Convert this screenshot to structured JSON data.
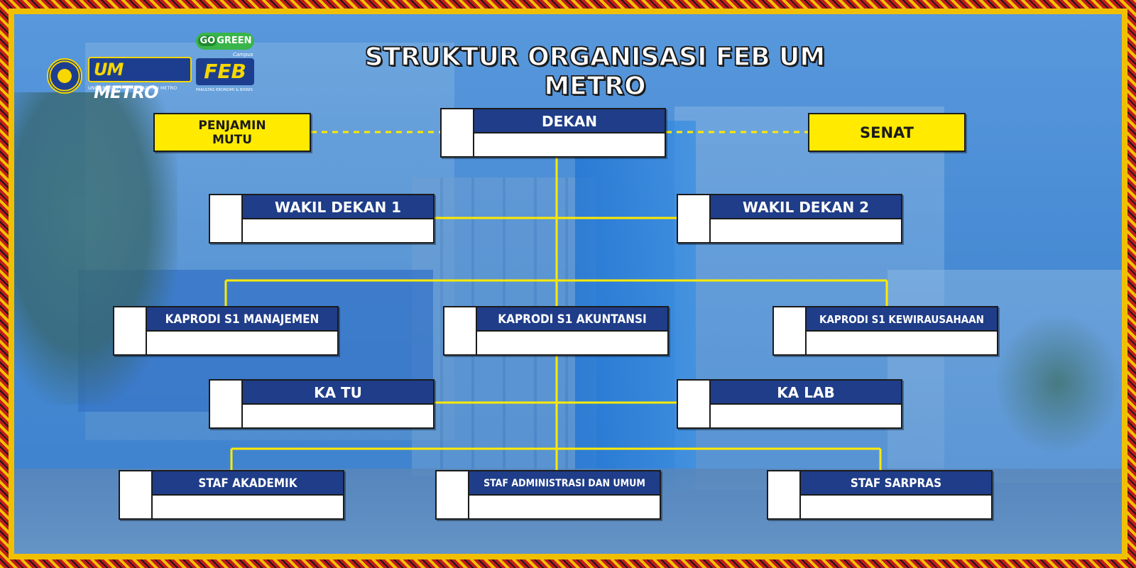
{
  "title": "STRUKTUR ORGANISASI FEB UM METRO",
  "logos": {
    "metro_um": "UM",
    "metro_word": "METRO",
    "metro_tagline": "UNIVERSITAS MUHAMMADIYAH METRO",
    "gogreen_go": "GO",
    "gogreen_word": "GREEN",
    "campus": "Campus",
    "feb": "FEB",
    "feb_tagline": "FAKULTAS EKONOMI & BISNIS"
  },
  "advisory": {
    "left": "PENJAMIN MUTU",
    "right": "SENAT"
  },
  "positions": {
    "dekan": "DEKAN",
    "wakil_dekan_1": "WAKIL DEKAN 1",
    "wakil_dekan_2": "WAKIL DEKAN 2",
    "kaprodi_manajemen": "KAPRODI S1 MANAJEMEN",
    "kaprodi_akuntansi": "KAPRODI S1 AKUNTANSI",
    "kaprodi_kewirausahaan": "KAPRODI S1 KEWIRAUSAHAAN",
    "ka_tu": "KA TU",
    "ka_lab": "KA LAB",
    "staf_akademik": "STAF AKADEMIK",
    "staf_administrasi": "STAF ADMINISTRASI DAN UMUM",
    "staf_sarpras": "STAF SARPRAS"
  },
  "colors": {
    "header_blue": "#1f3d88",
    "connector_yellow": "#ffea00",
    "advisory_yellow": "#ffea00",
    "border_gold": "#f0c000",
    "border_red": "#c21c1c"
  }
}
